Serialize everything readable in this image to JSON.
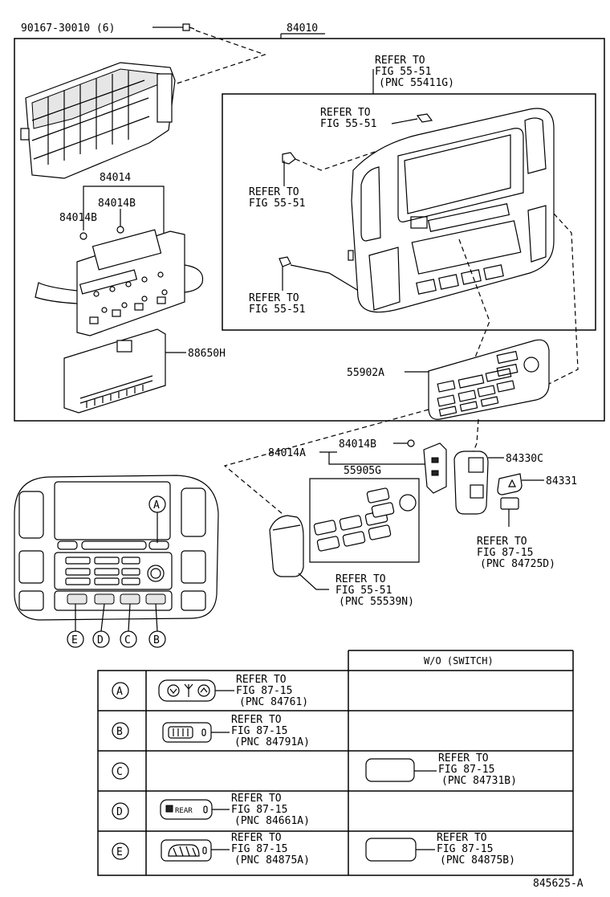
{
  "labels": {
    "bolt": "90167-30010 (6)",
    "assy": "84010",
    "refer_top1": "REFER TO",
    "refer_top2": "FIG 55-51",
    "refer_top3": "(PNC 55411G)",
    "refer_a1": "REFER TO",
    "refer_a2": "FIG 55-51",
    "refer_b1": "REFER TO",
    "refer_b2": "FIG 55-51",
    "refer_c1": "REFER TO",
    "refer_c2": "FIG 55-51",
    "p84014": "84014",
    "p84014b_1": "84014B",
    "p84014b_2": "84014B",
    "p88650h": "88650H",
    "p55902a": "55902A",
    "p84014a": "84014A",
    "p84014b_3": "84014B",
    "p55905g": "55905G",
    "p84330c": "84330C",
    "p84331": "84331",
    "refer_d1": "REFER TO",
    "refer_d2": "FIG 87-15",
    "refer_d3": "(PNC 84725D)",
    "refer_e1": "REFER TO",
    "refer_e2": "FIG 55-51",
    "refer_e3": "(PNC 55539N)",
    "call_a": "A",
    "call_b": "B",
    "call_c": "C",
    "call_d": "D",
    "call_e": "E",
    "diagram_id": "845625-A"
  },
  "table": {
    "header": "W/O (SWITCH)",
    "rows": [
      {
        "key": "A",
        "ref": [
          "REFER TO",
          "FIG 87-15",
          "(PNC 84761)"
        ],
        "alt": []
      },
      {
        "key": "B",
        "ref": [
          "REFER TO",
          "FIG 87-15",
          "(PNC 84791A)"
        ],
        "alt": []
      },
      {
        "key": "C",
        "ref": [],
        "alt": [
          "REFER TO",
          "FIG 87-15",
          "(PNC 84731B)"
        ]
      },
      {
        "key": "D",
        "ref": [
          "REFER TO",
          "FIG 87-15",
          "(PNC 84661A)"
        ],
        "alt": [],
        "icon_text": "REAR"
      },
      {
        "key": "E",
        "ref": [
          "REFER TO",
          "FIG 87-15",
          "(PNC 84875A)"
        ],
        "alt": [
          "REFER TO",
          "FIG 87-15",
          "(PNC 84875B)"
        ]
      }
    ]
  }
}
